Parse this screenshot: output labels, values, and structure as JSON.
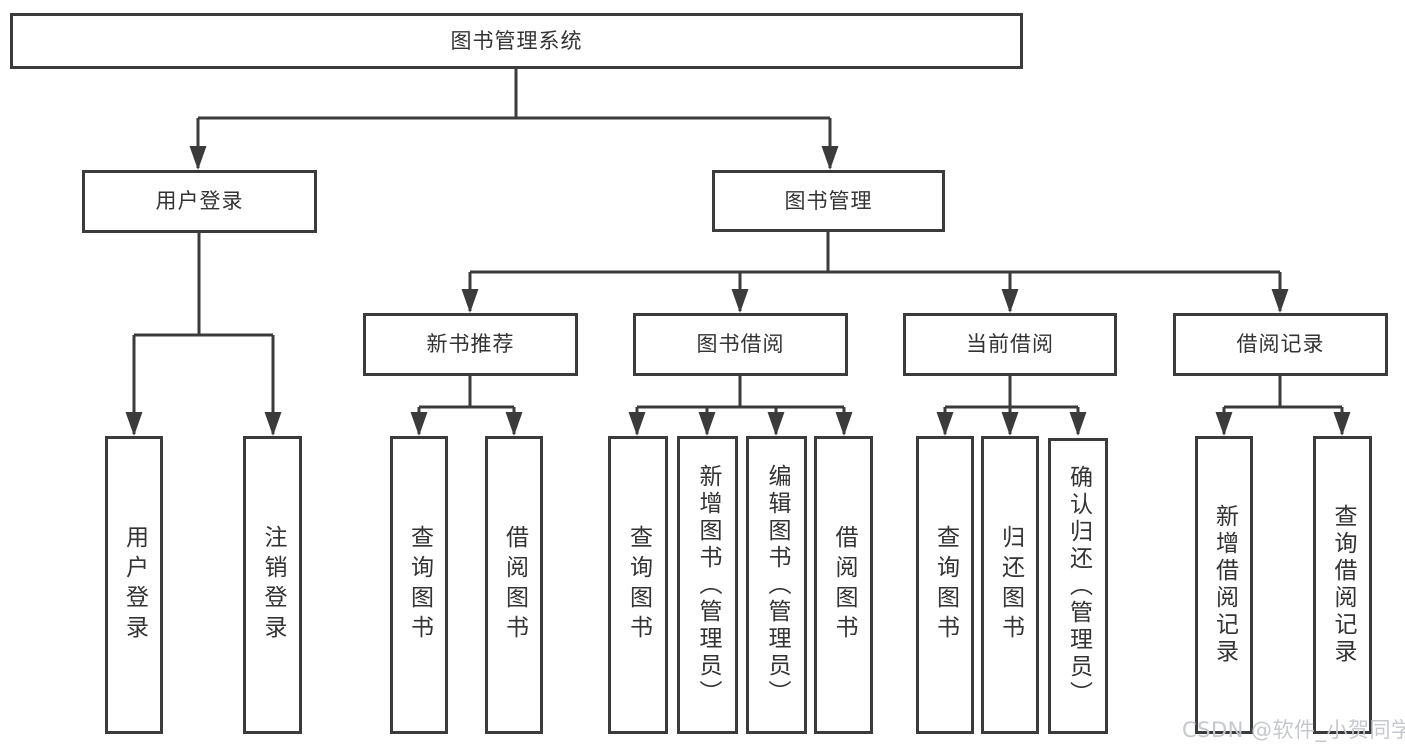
{
  "colors": {
    "line": "#3b3b3b",
    "text": "#333333",
    "watermark": "#c5c8ce",
    "background": "#ffffff"
  },
  "watermark": {
    "text": "CSDN @软件_小贺同学"
  },
  "tree": {
    "root": {
      "label": "图书管理系统"
    },
    "level2": [
      {
        "label": "用户登录"
      },
      {
        "label": "图书管理"
      }
    ],
    "level3": [
      {
        "label": "新书推荐"
      },
      {
        "label": "图书借阅"
      },
      {
        "label": "当前借阅"
      },
      {
        "label": "借阅记录"
      }
    ],
    "leaves": {
      "user_login": [
        "用户登录",
        "注销登录"
      ],
      "new_book": [
        "查询图书",
        "借阅图书"
      ],
      "book_borrow": [
        "查询图书",
        "新增图书（管理员）",
        "编辑图书（管理员）",
        "借阅图书"
      ],
      "current_borrow": [
        "查询图书",
        "归还图书",
        "确认归还（管理员）"
      ],
      "borrow_records": [
        "新增借阅记录",
        "查询借阅记录"
      ]
    }
  }
}
